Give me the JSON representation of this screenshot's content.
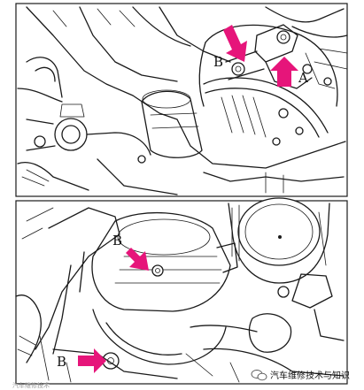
{
  "top_panel": {
    "callout_a": "A",
    "callout_b": "B"
  },
  "bottom_panel": {
    "callout_b_upper": "B",
    "callout_b_lower": "B"
  },
  "watermark": {
    "text": "汽车维修技术与知识",
    "faint_text": "汽车维修技术"
  },
  "colors": {
    "arrow": "#e6157a",
    "line": "#1a1a1a",
    "background": "#ffffff"
  }
}
